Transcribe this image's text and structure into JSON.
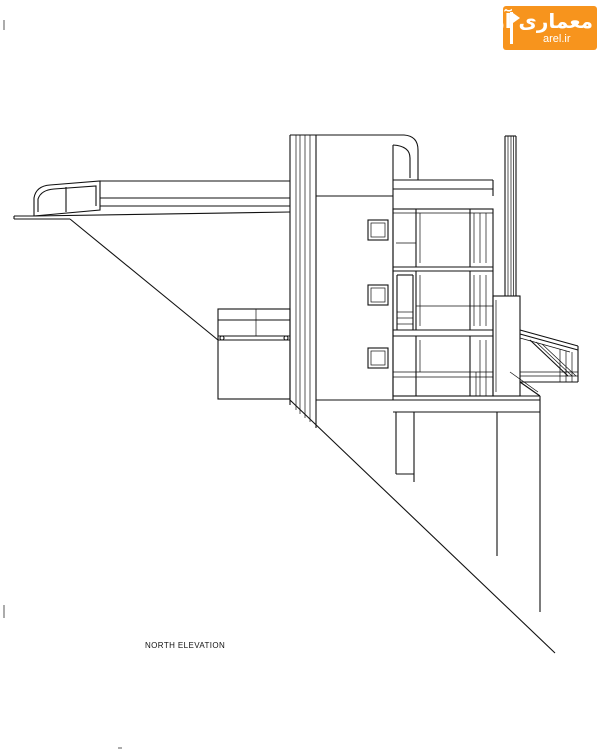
{
  "drawing": {
    "title": "NORTH ELEVATION"
  },
  "watermark": {
    "brand": "معماری آرل",
    "url": "arel.ir"
  },
  "colors": {
    "line": "#111111",
    "background": "#ffffff",
    "brand": "#f7941d"
  }
}
